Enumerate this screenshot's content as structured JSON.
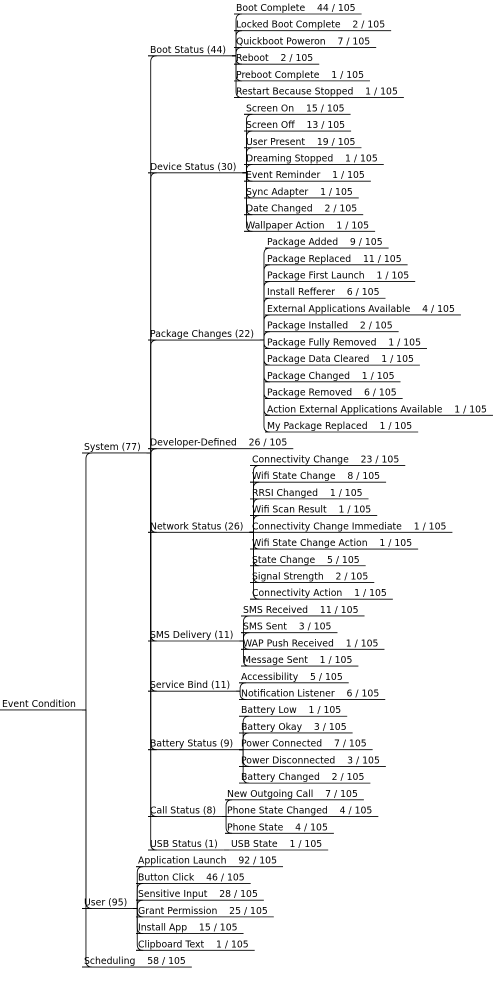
{
  "root": {
    "label": "Event Condition",
    "children": [
      {
        "label": "System (77)",
        "children": [
          {
            "label": "Boot Status (44)",
            "children": [
              {
                "label": "Boot Complete    44 / 105"
              },
              {
                "label": "Locked Boot Complete    2 / 105"
              },
              {
                "label": "Quickboot Poweron    7 / 105"
              },
              {
                "label": "Reboot    2 / 105"
              },
              {
                "label": "Preboot Complete    1 / 105"
              },
              {
                "label": "Restart Because Stopped    1 / 105"
              }
            ]
          },
          {
            "label": "Device Status (30)",
            "children": [
              {
                "label": "Screen On    15 / 105"
              },
              {
                "label": "Screen Off    13 / 105"
              },
              {
                "label": "User Present    19 / 105"
              },
              {
                "label": "Dreaming Stopped    1 / 105"
              },
              {
                "label": "Event Reminder    1 / 105"
              },
              {
                "label": "Sync Adapter    1 / 105"
              },
              {
                "label": "Date Changed    2 / 105"
              },
              {
                "label": "Wallpaper Action    1 / 105"
              }
            ]
          },
          {
            "label": "Package Changes (22)",
            "children": [
              {
                "label": "Package Added    9 / 105"
              },
              {
                "label": "Package Replaced    11 / 105"
              },
              {
                "label": "Package First Launch    1 / 105"
              },
              {
                "label": "Install Refferer    6 / 105"
              },
              {
                "label": "External Applications Available    4 / 105"
              },
              {
                "label": "Package Installed    2 / 105"
              },
              {
                "label": "Package Fully Removed    1 / 105"
              },
              {
                "label": "Package Data Cleared    1 / 105"
              },
              {
                "label": "Package Changed    1 / 105"
              },
              {
                "label": "Package Removed    6 / 105"
              },
              {
                "label": "Action External Applications Available    1 / 105"
              },
              {
                "label": "My Package Replaced    1 / 105"
              }
            ]
          },
          {
            "label": "Developer-Defined    26 / 105"
          },
          {
            "label": "Network Status (26)",
            "children": [
              {
                "label": "Connectivity Change    23 / 105"
              },
              {
                "label": "Wifi State Change    8 / 105"
              },
              {
                "label": "RRSI Changed    1 / 105"
              },
              {
                "label": "Wifi Scan Result    1 / 105"
              },
              {
                "label": "Connectivity Change Immediate    1 / 105"
              },
              {
                "label": "Wifi State Change Action    1 / 105"
              },
              {
                "label": "State Change    5 / 105"
              },
              {
                "label": "Signal Strength    2 / 105"
              },
              {
                "label": "Connectivity Action    1 / 105"
              }
            ]
          },
          {
            "label": "SMS Delivery (11)",
            "children": [
              {
                "label": "SMS Received    11 / 105"
              },
              {
                "label": "SMS Sent    3 / 105"
              },
              {
                "label": "WAP Push Received    1 / 105"
              },
              {
                "label": "Message Sent    1 / 105"
              }
            ]
          },
          {
            "label": "Service Bind (11)",
            "children": [
              {
                "label": "Accessibility    5 / 105"
              },
              {
                "label": "Notification Listener    6 / 105"
              }
            ]
          },
          {
            "label": "Battery Status (9)",
            "children": [
              {
                "label": "Battery Low    1 / 105"
              },
              {
                "label": "Battery Okay    3 / 105"
              },
              {
                "label": "Power Connected    7 / 105"
              },
              {
                "label": "Power Disconnected    3 / 105"
              },
              {
                "label": "Battery Changed    2 / 105"
              }
            ]
          },
          {
            "label": "Call Status (8)",
            "children": [
              {
                "label": "New Outgoing Call    7 / 105"
              },
              {
                "label": "Phone State Changed    4 / 105"
              },
              {
                "label": "Phone State    4 / 105"
              }
            ]
          },
          {
            "label": "USB Status (1)",
            "children": [
              {
                "label": "USB State    1 / 105"
              }
            ]
          }
        ]
      },
      {
        "label": "User (95)",
        "children": [
          {
            "label": "Application Launch    92 / 105"
          },
          {
            "label": "Button Click    46 / 105"
          },
          {
            "label": "Sensitive Input    28 / 105"
          },
          {
            "label": "Grant Permission    25 / 105"
          },
          {
            "label": "Install App    15 / 105"
          },
          {
            "label": "Clipboard Text    1 / 105"
          }
        ]
      },
      {
        "label": "Scheduling    58 / 105"
      }
    ]
  }
}
